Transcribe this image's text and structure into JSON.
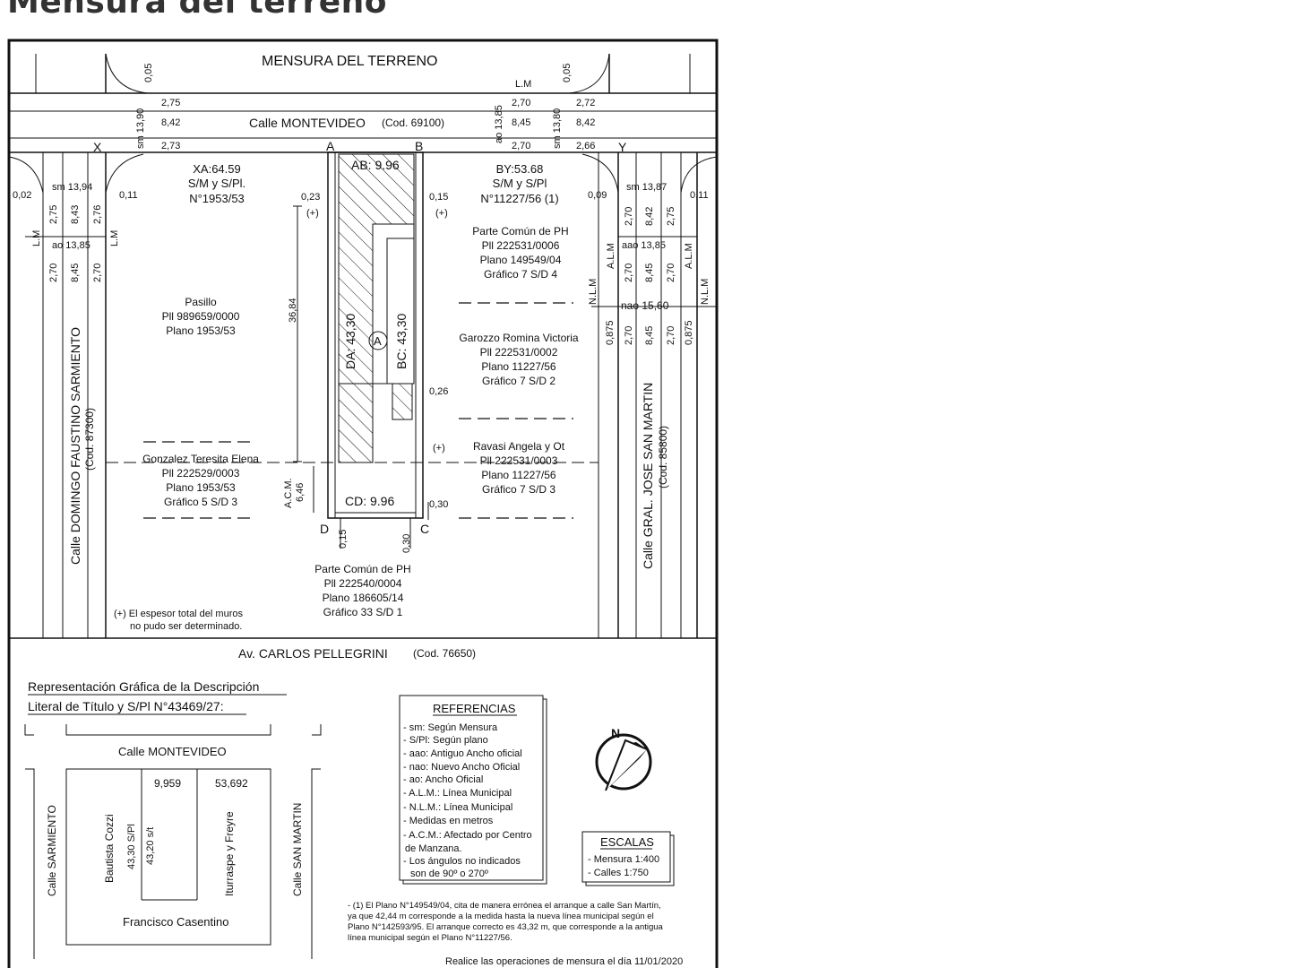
{
  "page": {
    "heading": "Mensura del terreno"
  },
  "plan": {
    "title": "MENSURA DEL TERRENO",
    "streets": {
      "top": "Calle MONTEVIDEO",
      "top_code": "(Cod. 69100)",
      "bottom": "Av. CARLOS PELLEGRINI",
      "bottom_code": "(Cod. 76650)",
      "left": "Calle DOMINGO FAUSTINO SARMIENTO",
      "left_code": "(Cod. 87300)",
      "right": "Calle GRAL. JOSE SAN MARTIN",
      "right_code": "(Cod. 85800)"
    },
    "points": {
      "x": "X",
      "y": "Y",
      "a": "A",
      "b": "B",
      "c": "C",
      "d": "D",
      "circle": "A"
    },
    "top_dims": {
      "left_sm": "sm 13,90",
      "l_a": "2,75",
      "l_b": "8,42",
      "l_c": "2,73",
      "l_small": "0,05",
      "right_ao": "ao 13,85",
      "right_sm": "sm 13,80",
      "r_a": "2,70",
      "r_b": "8,45",
      "r_c": "2,70",
      "r2_a": "2,72",
      "r2_b": "8,42",
      "r2_c": "2,66",
      "r_small": "0,05",
      "lm": "L.M"
    },
    "left_dims": {
      "sm": "sm 13,94",
      "ao": "ao 13,85",
      "a": "2,75",
      "b": "8,43",
      "c": "2,76",
      "d": "2,70",
      "e": "8,45",
      "f": "2,70",
      "g": "0,02",
      "h": "0,11",
      "lm1": "L.M",
      "lm2": "L.M"
    },
    "right_dims": {
      "sm": "sm 13,87",
      "ao": "aao 13,85",
      "nao": "nao 15,60",
      "a": "2,70",
      "b": "8,42",
      "c": "2,75",
      "d": "2,70",
      "e": "8,45",
      "f": "2,70",
      "g": "0,09",
      "h": "0,11",
      "i": "2,70",
      "j": "8,45",
      "k": "2,70",
      "l": "0,875",
      "m": "0,875",
      "alm1": "A.L.M",
      "alm2": "A.L.M",
      "nlm1": "N.L.M",
      "nlm2": "N.L.M"
    },
    "lot": {
      "ab": "AB: 9.96",
      "cd": "CD: 9.96",
      "da": "DA: 43,30",
      "bc": "BC: 43,30",
      "side_len": "36,84",
      "acm": "A.C.M.",
      "acm_val": "6,46",
      "d023": "0,23",
      "d015": "0,15",
      "d026": "0,26",
      "d030": "0,30",
      "b015": "0,15",
      "b030": "0,30",
      "plus": "(+)"
    },
    "parcels": {
      "xa": [
        "XA:64.59",
        "S/M y S/Pl.",
        "N°1953/53"
      ],
      "by": [
        "BY:53.68",
        "S/M y S/Pl",
        "N°11227/56 (1)"
      ],
      "pasillo": [
        "Pasillo",
        "Pll 989659/0000",
        "Plano 1953/53"
      ],
      "gonzalez": [
        "Gonzalez Teresita Elena",
        "Pll 222529/0003",
        "Plano 1953/53",
        "Gráfico 5 S/D 3"
      ],
      "parte_comun_top": [
        "Parte Común de PH",
        "Pll 222531/0006",
        "Plano 149549/04",
        "Gráfico 7 S/D 4"
      ],
      "garozzo": [
        "Garozzo Romina Victoria",
        "Pll 222531/0002",
        "Plano 11227/56",
        "Gráfico 7 S/D 2"
      ],
      "ravasi": [
        "Ravasi Angela y Ot",
        "Pll 222531/0003",
        "Plano 11227/56",
        "Gráfico 7 S/D 3"
      ],
      "parte_comun_bottom": [
        "Parte Común de PH",
        "Pll 222540/0004",
        "Plano 186605/14",
        "Gráfico 33 S/D 1"
      ]
    },
    "note_walls": [
      "(+) El espesor total del muros",
      "no pudo ser determinado."
    ]
  },
  "description": {
    "title1": "Representación Gráfica de la Descripción",
    "title2": "Literal de Título y S/Pl N°43469/27:",
    "street_top": "Calle MONTEVIDEO",
    "street_left": "Calle SARMIENTO",
    "street_right": "Calle SAN MARTIN",
    "w1": "9,959",
    "w2": "53,692",
    "owner_left": "Bautista Cozzi",
    "len1": "43,30 S/Pl",
    "len2": "43,20 s/t",
    "owner_right": "Iturraspe y Freyre",
    "owner_bottom": "Francisco Casentino"
  },
  "references": {
    "title": "REFERENCIAS",
    "items": [
      "- sm: Según Mensura",
      "- S/Pl: Según plano",
      "- aao: Antiguo Ancho oficial",
      "- nao: Nuevo Ancho Oficial",
      "- ao: Ancho Oficial",
      "- A.L.M.: Línea Municipal",
      "- N.L.M.: Línea Municipal",
      "- Medidas en metros",
      "- A.C.M.: Afectado por Centro",
      "de Manzana.",
      "- Los ángulos no indicados",
      "son de 90º o 270º"
    ]
  },
  "scales": {
    "title": "ESCALAS",
    "items": [
      "- Mensura   1:400",
      "- Calles     1:750"
    ]
  },
  "compass": {
    "label": "N"
  },
  "footnote": [
    "- (1) El Plano N°149549/04, cita de manera errónea el arranque a calle San Martín,",
    "ya que 42,44 m corresponde a la medida hasta la nueva línea municipal según el",
    "Plano N°142593/95. El arranque correcto es 43,32 m, que corresponde a la antigua",
    "línea municipal según el Plano N°11227/56."
  ],
  "date_note": "Realice las operaciones de mensura el día 11/01/2020"
}
